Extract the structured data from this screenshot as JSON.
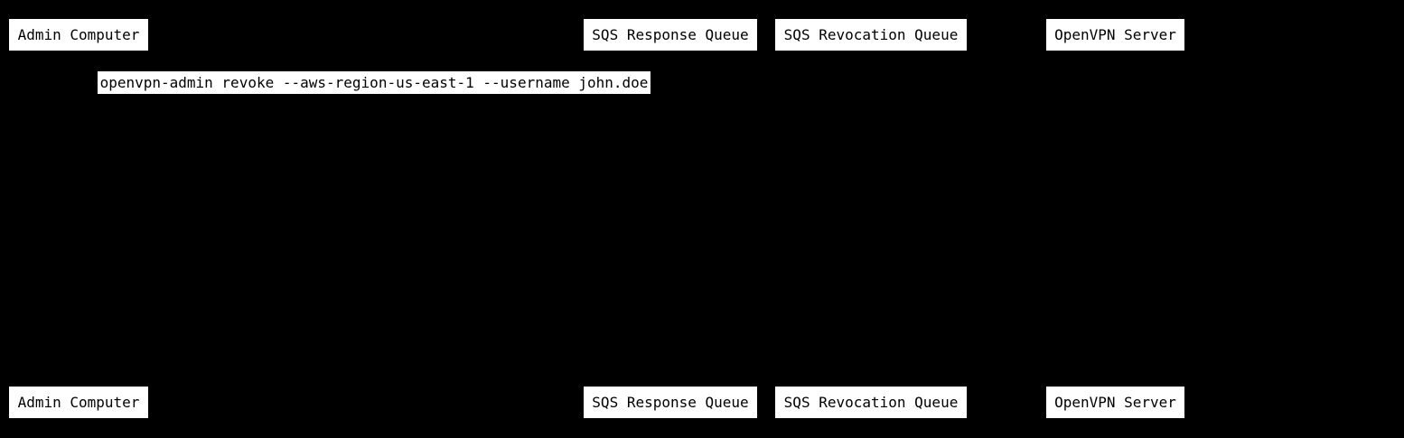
{
  "diagram": {
    "type": "sequence-diagram",
    "background_color": "#000000",
    "box_fill_color": "#ffffff",
    "box_text_color": "#000000",
    "participants": [
      {
        "label": "Admin Computer"
      },
      {
        "label": "SQS Response Queue"
      },
      {
        "label": "SQS Revocation Queue"
      },
      {
        "label": "OpenVPN Server"
      }
    ],
    "messages": [
      {
        "label": "openvpn-admin revoke --aws-region-us-east-1 --username john.doe"
      }
    ]
  }
}
